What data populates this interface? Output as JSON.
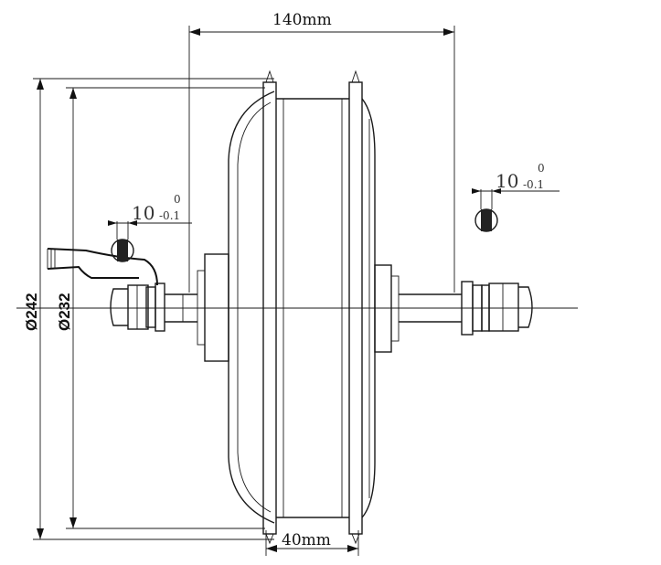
{
  "dimensions": {
    "overall_width": "140mm",
    "rim_width": "40mm",
    "outer_diameter": "Ø242",
    "rim_diameter": "Ø232"
  },
  "axle_flats": {
    "left": {
      "nominal": "10",
      "upper": "0",
      "lower": "-0.1"
    },
    "right": {
      "nominal": "10",
      "upper": "0",
      "lower": "-0.1"
    }
  }
}
